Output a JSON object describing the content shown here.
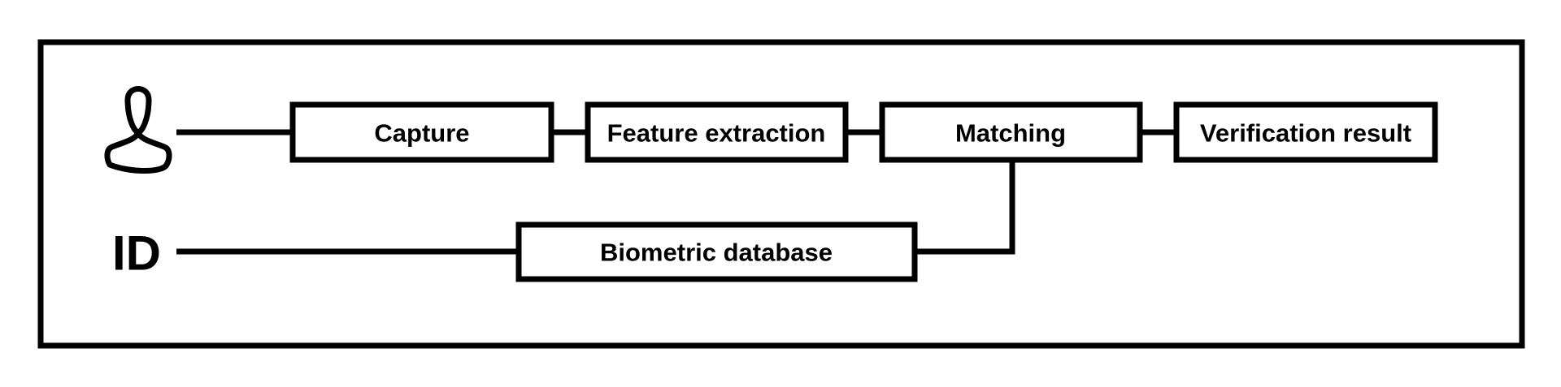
{
  "diagram": {
    "id_label": "ID",
    "boxes": {
      "capture": "Capture",
      "feature_extraction": "Feature extraction",
      "matching": "Matching",
      "verification_result": "Verification result",
      "biometric_database": "Biometric database"
    },
    "icons": {
      "user": "user-icon"
    }
  }
}
